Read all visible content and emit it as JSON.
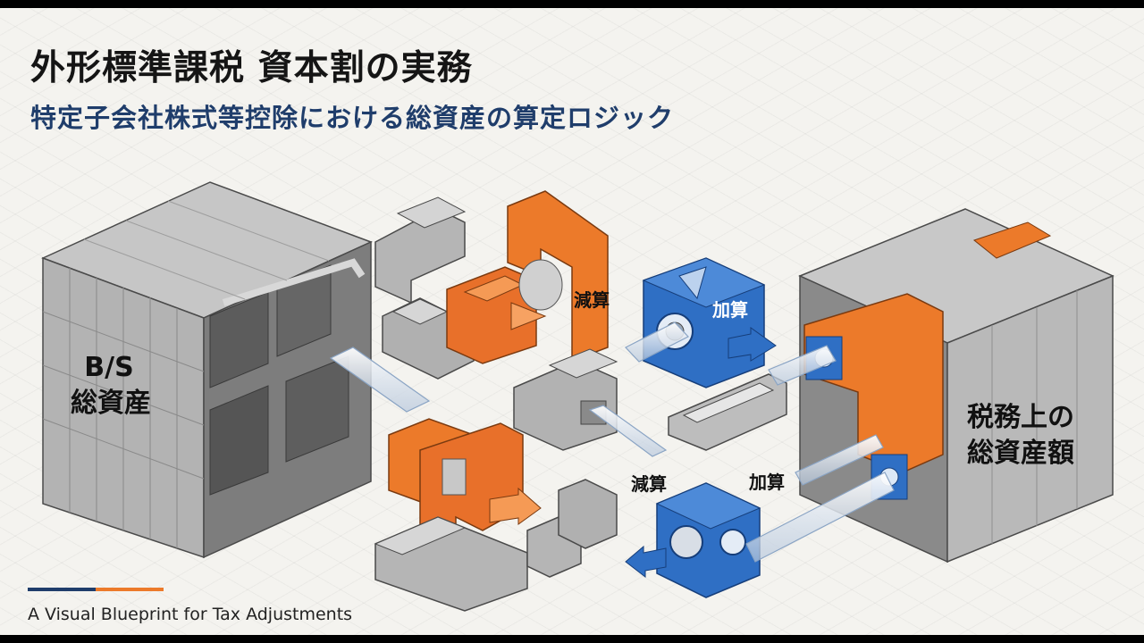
{
  "title": "外形標準課税 資本割の実務",
  "subtitle": "特定子会社株式等控除における総資産の算定ロジック",
  "labels": {
    "bs_line1": "B/S",
    "bs_line2": "総資産",
    "tax_line1": "税務上の",
    "tax_line2": "総資産額",
    "subtract_top": "減算",
    "add_top": "加算",
    "subtract_bottom": "減算",
    "add_bottom": "加算"
  },
  "footer": {
    "text": "A Visual Blueprint for Tax Adjustments"
  },
  "colors": {
    "navy": "#1f3d6b",
    "orange": "#ec7a2a",
    "blue": "#2f6fc4",
    "gray": "#9a9a9a"
  }
}
